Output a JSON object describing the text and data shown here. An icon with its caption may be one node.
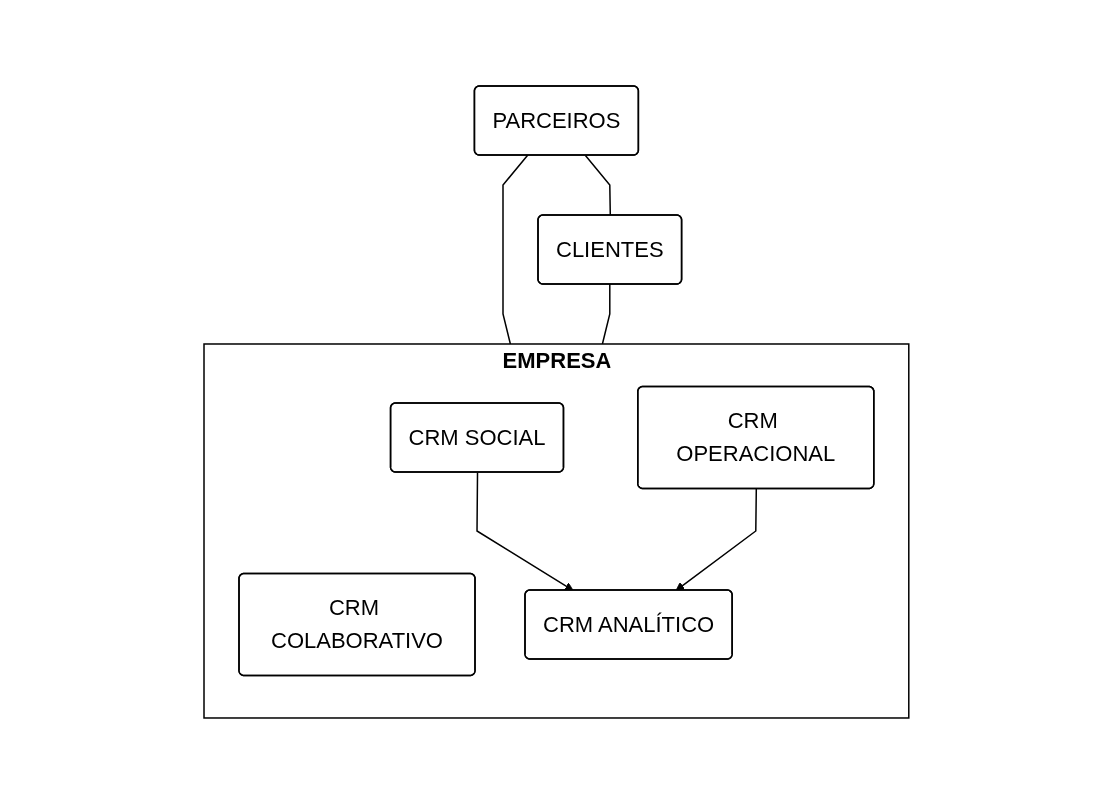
{
  "diagram": {
    "nodes": [
      {
        "text": [
          "PARCEIROS"
        ]
      },
      {
        "text": [
          "CLIENTES"
        ]
      },
      {
        "text": [
          "EMPRESA"
        ]
      },
      {
        "text": [
          "CRM COLABORATIVO"
        ],
        "in": 2
      },
      {
        "text": [
          "CRM SOCIAL"
        ],
        "in": 2
      },
      {
        "text": [
          "CRM OPERACIONAL"
        ],
        "in": 2
      },
      {
        "text": [
          "CRM ANALÍTICO"
        ],
        "in": 2
      }
    ],
    "edges": [
      {
        "from": 0,
        "to": 1,
        "arrow": "none"
      },
      {
        "from": 0,
        "to": 2,
        "arrow": "none"
      },
      {
        "from": 1,
        "to": 2,
        "arrow": "none"
      },
      {
        "from": 4,
        "to": 6,
        "arrow": "to"
      },
      {
        "from": 5,
        "to": 6,
        "arrow": "to"
      }
    ]
  }
}
